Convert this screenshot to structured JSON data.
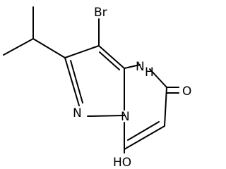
{
  "molecule": {
    "atoms": {
      "bromine": "Br",
      "nh": "H",
      "n_ring_top": "N",
      "n_pyrazole": "N",
      "n_bridge": "N",
      "carbonyl_oxygen": "O",
      "hydroxyl": "HO"
    }
  },
  "colors": {
    "bond": "#000000",
    "label": "#000000",
    "background": "#ffffff"
  }
}
